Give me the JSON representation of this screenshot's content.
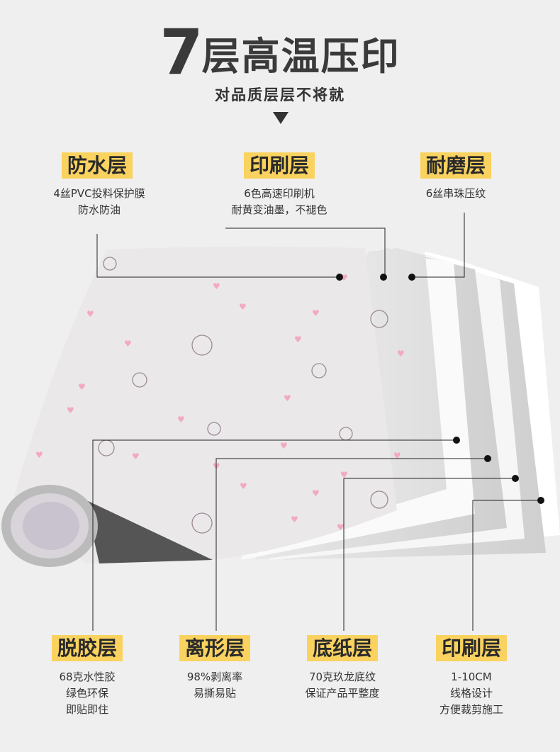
{
  "header": {
    "title_number": "7",
    "title_text": "层高温压印",
    "subtitle": "对品质层层不将就"
  },
  "top_layers": [
    {
      "label": "防水层",
      "lines": [
        "4丝PVC投料保护膜",
        "防水防油"
      ]
    },
    {
      "label": "印刷层",
      "lines": [
        "6色高速印刷机",
        "耐黄变油墨，不褪色"
      ]
    },
    {
      "label": "耐磨层",
      "lines": [
        "6丝串珠压纹"
      ]
    }
  ],
  "bottom_layers": [
    {
      "label": "脱胶层",
      "lines": [
        "68克水性胶",
        "绿色环保",
        "即贴即住"
      ]
    },
    {
      "label": "离形层",
      "lines": [
        "98%剥离率",
        "易撕易贴"
      ]
    },
    {
      "label": "底纸层",
      "lines": [
        "70克玖龙底纹",
        "保证产品平整度"
      ]
    },
    {
      "label": "印刷层",
      "lines": [
        "1-10CM",
        "线格设计",
        "方便裁剪施工"
      ]
    }
  ],
  "colors": {
    "badge": "#f9d25f",
    "background": "#efefef",
    "heart": "#f2a9c4"
  }
}
